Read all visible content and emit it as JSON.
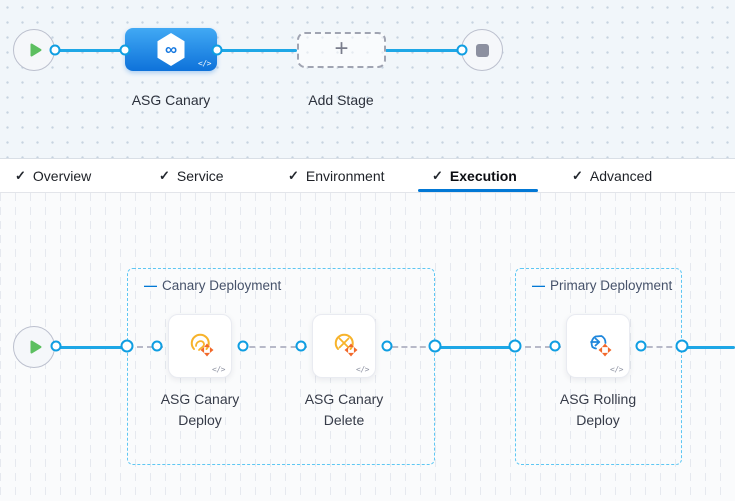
{
  "icons": {
    "check": "✓",
    "plus": "+",
    "code": "</>",
    "collapse": "—",
    "infinity": "∞"
  },
  "colors": {
    "accent": "#0278d5",
    "connector_blue": "#1ea7e6",
    "port_ring": "#0f9ee2",
    "group_border": "#5ec7f3",
    "stage_gradient_top": "#41a9f4",
    "stage_gradient_bottom": "#0e72da",
    "icon_yellow": "#f7b32b",
    "icon_orange": "#f2682a",
    "icon_blue": "#1f87dc",
    "play_green": "#5cbf60",
    "stop_gray": "#8c90a0"
  },
  "stage_canvas": {
    "stage_label": "ASG Canary",
    "add_stage_label": "Add Stage"
  },
  "tab_bar": {
    "tabs": [
      {
        "label": "Overview",
        "active": false
      },
      {
        "label": "Service",
        "active": false
      },
      {
        "label": "Environment",
        "active": false
      },
      {
        "label": "Execution",
        "active": true
      },
      {
        "label": "Advanced",
        "active": false
      }
    ]
  },
  "execution_canvas": {
    "groups": [
      {
        "label": "Canary Deployment",
        "steps": [
          {
            "label": "ASG Canary\nDeploy",
            "icon": "asg-canary-deploy-icon"
          },
          {
            "label": "ASG Canary\nDelete",
            "icon": "asg-canary-delete-icon"
          }
        ]
      },
      {
        "label": "Primary Deployment",
        "steps": [
          {
            "label": "ASG Rolling\nDeploy",
            "icon": "asg-rolling-deploy-icon"
          }
        ]
      }
    ]
  }
}
